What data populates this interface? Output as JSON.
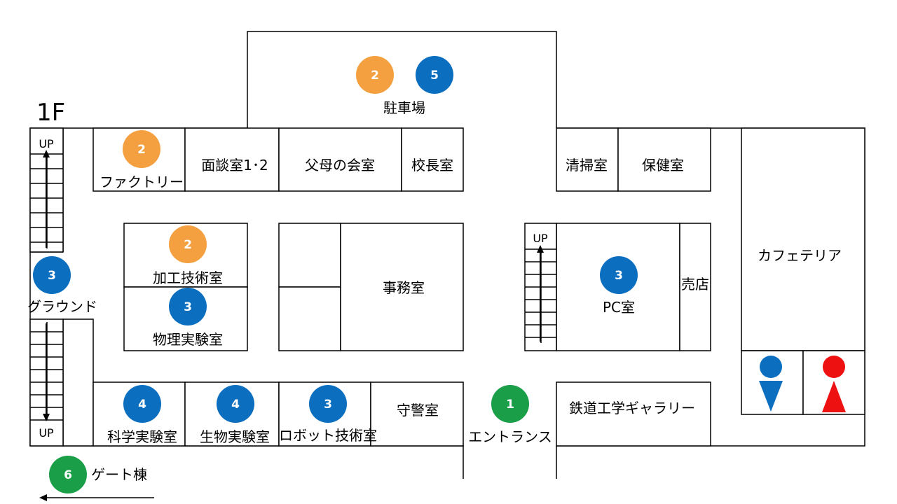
{
  "floor": "1F",
  "colors": {
    "orange": "#f4a040",
    "blue": "#0b6ebf",
    "green": "#1a9e47",
    "male": "#0b6ebf",
    "female": "#ee1111"
  },
  "rooms": {
    "parking": "駐車場",
    "factory": "ファクトリー",
    "interview": "面談室1･2",
    "parents": "父母の会室",
    "principal": "校長室",
    "cleaning": "清掃室",
    "health": "保健室",
    "cafeteria": "カフェテリア",
    "processing": "加工技術室",
    "physics": "物理実験室",
    "office": "事務室",
    "pc": "PC室",
    "shop": "売店",
    "ground": "グラウンド",
    "science": "科学実験室",
    "biology": "生物実験室",
    "robot": "ロボット技術室",
    "guard": "守警室",
    "entrance": "エントランス",
    "railway": "鉄道工学ギャラリー",
    "gate": "ゲート棟"
  },
  "stairs": {
    "up_label": "UP"
  },
  "badges": {
    "parking_orange": "2",
    "parking_blue": "5",
    "factory": "2",
    "processing": "2",
    "physics": "3",
    "ground": "3",
    "pc": "3",
    "science": "4",
    "biology": "4",
    "robot": "3",
    "entrance": "1",
    "gate": "6"
  }
}
